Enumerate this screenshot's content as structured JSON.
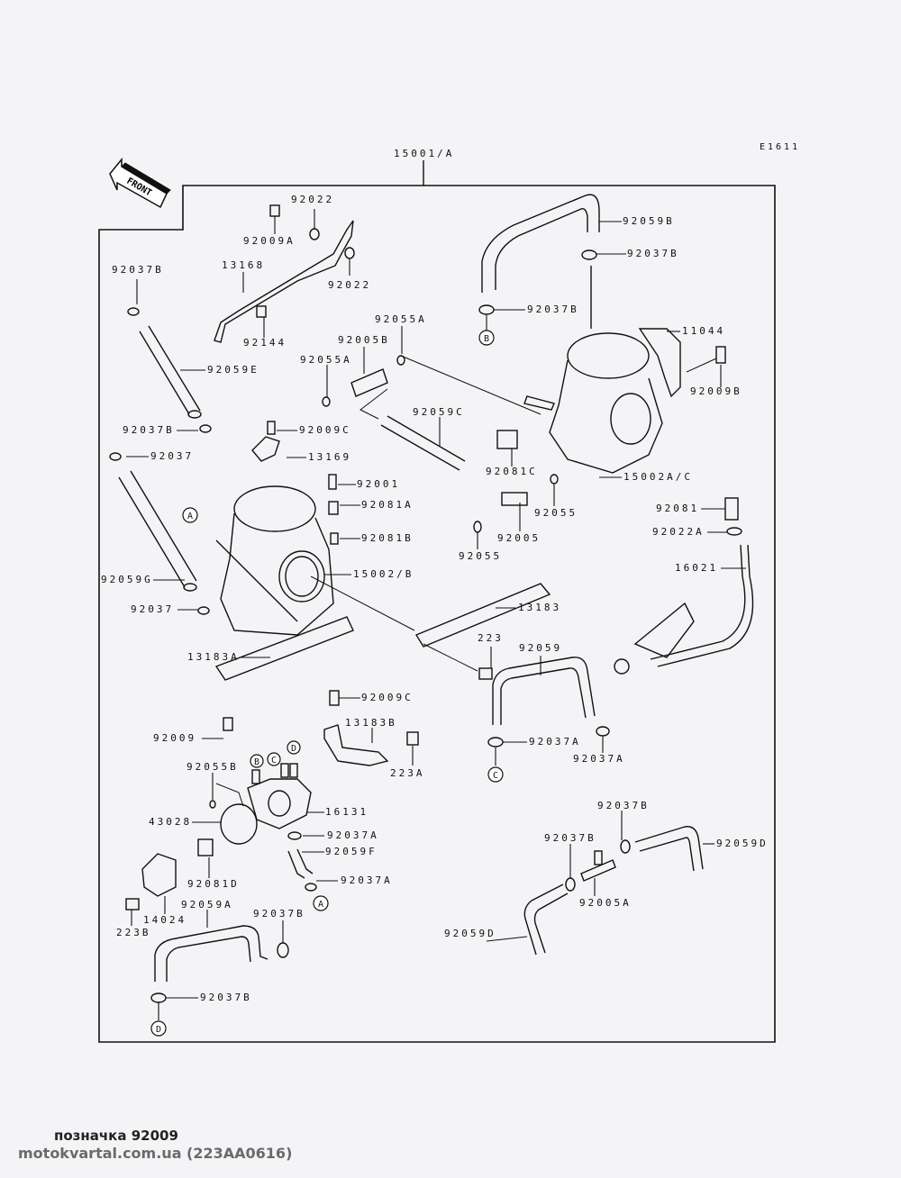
{
  "diagram": {
    "assembly_label": "15001/A",
    "drawing_code": "E1611",
    "direction_label": "FRONT",
    "parts": [
      {
        "id": "p-92022-top",
        "label": "92022"
      },
      {
        "id": "p-92009A",
        "label": "92009A"
      },
      {
        "id": "p-13168",
        "label": "13168"
      },
      {
        "id": "p-92022-bot",
        "label": "92022"
      },
      {
        "id": "p-92037B-1",
        "label": "92037B"
      },
      {
        "id": "p-92144",
        "label": "92144"
      },
      {
        "id": "p-92055A-1",
        "label": "92055A"
      },
      {
        "id": "p-92005B",
        "label": "92005B"
      },
      {
        "id": "p-92055A-2",
        "label": "92055A"
      },
      {
        "id": "p-92059E",
        "label": "92059E"
      },
      {
        "id": "p-92059C",
        "label": "92059C"
      },
      {
        "id": "p-92037B-2",
        "label": "92037B"
      },
      {
        "id": "p-92009C-1",
        "label": "92009C"
      },
      {
        "id": "p-92037",
        "label": "92037"
      },
      {
        "id": "p-13169",
        "label": "13169"
      },
      {
        "id": "p-92001",
        "label": "92001"
      },
      {
        "id": "p-92081A",
        "label": "92081A"
      },
      {
        "id": "p-92081B",
        "label": "92081B"
      },
      {
        "id": "p-15002B",
        "label": "15002/B"
      },
      {
        "id": "p-92059G",
        "label": "92059G"
      },
      {
        "id": "p-92037-2",
        "label": "92037"
      },
      {
        "id": "p-13183A",
        "label": "13183A"
      },
      {
        "id": "p-92059B",
        "label": "92059B"
      },
      {
        "id": "p-92037B-3",
        "label": "92037B"
      },
      {
        "id": "p-92037B-4",
        "label": "92037B"
      },
      {
        "id": "p-11044",
        "label": "11044"
      },
      {
        "id": "p-92009B",
        "label": "92009B"
      },
      {
        "id": "p-92081C",
        "label": "92081C"
      },
      {
        "id": "p-15002AC",
        "label": "15002A/C"
      },
      {
        "id": "p-92055-1",
        "label": "92055"
      },
      {
        "id": "p-92005",
        "label": "92005"
      },
      {
        "id": "p-92055-2",
        "label": "92055"
      },
      {
        "id": "p-92081",
        "label": "92081"
      },
      {
        "id": "p-92022A",
        "label": "92022A"
      },
      {
        "id": "p-16021",
        "label": "16021"
      },
      {
        "id": "p-13183",
        "label": "13183"
      },
      {
        "id": "p-223",
        "label": "223"
      },
      {
        "id": "p-92059",
        "label": "92059"
      },
      {
        "id": "p-92037A-1",
        "label": "92037A"
      },
      {
        "id": "p-92037A-2",
        "label": "92037A"
      },
      {
        "id": "p-92009C-2",
        "label": "92009C"
      },
      {
        "id": "p-13183B",
        "label": "13183B"
      },
      {
        "id": "p-223A",
        "label": "223A"
      },
      {
        "id": "p-92009",
        "label": "92009"
      },
      {
        "id": "p-92055B",
        "label": "92055B"
      },
      {
        "id": "p-16131",
        "label": "16131"
      },
      {
        "id": "p-43028",
        "label": "43028"
      },
      {
        "id": "p-92037A-3",
        "label": "92037A"
      },
      {
        "id": "p-92059F",
        "label": "92059F"
      },
      {
        "id": "p-92037A-4",
        "label": "92037A"
      },
      {
        "id": "p-92081D",
        "label": "92081D"
      },
      {
        "id": "p-14024",
        "label": "14024"
      },
      {
        "id": "p-223B",
        "label": "223B"
      },
      {
        "id": "p-92059A",
        "label": "92059A"
      },
      {
        "id": "p-92037B-5",
        "label": "92037B"
      },
      {
        "id": "p-92037B-6",
        "label": "92037B"
      },
      {
        "id": "p-92037B-7",
        "label": "92037B"
      },
      {
        "id": "p-92037B-8",
        "label": "92037B"
      },
      {
        "id": "p-92059D-1",
        "label": "92059D"
      },
      {
        "id": "p-92005A",
        "label": "92005A"
      },
      {
        "id": "p-92059D-2",
        "label": "92059D"
      }
    ],
    "reference_markers": [
      "A",
      "B",
      "C",
      "D"
    ]
  },
  "caption": {
    "line1": "позначка 92009",
    "line2": "motokvartal.com.ua (223AA0616)"
  }
}
